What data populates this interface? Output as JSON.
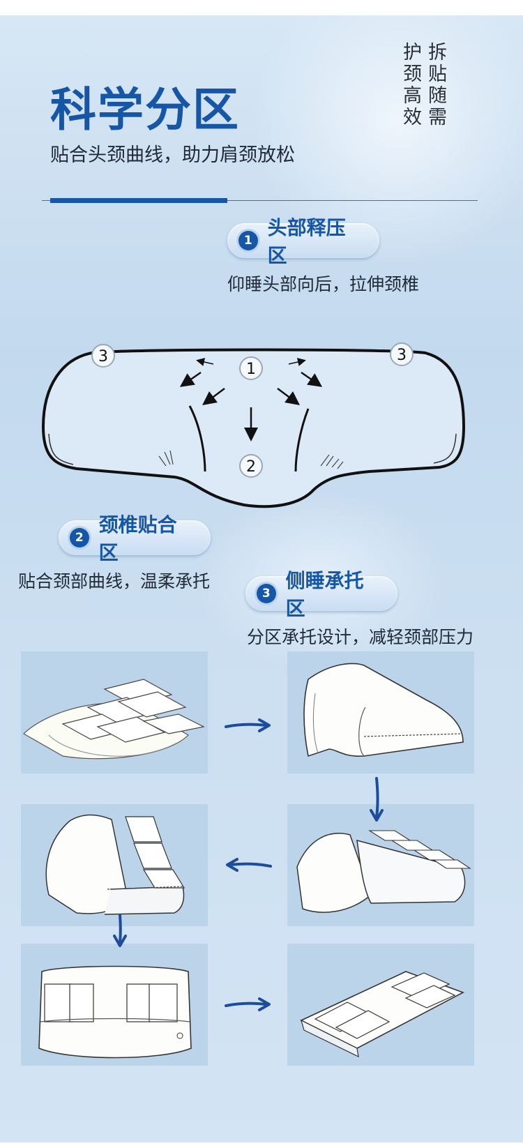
{
  "header": {
    "title": "科学分区",
    "subtitle": "贴合头颈曲线，助力肩颈放松",
    "vertical_col_1": [
      "护",
      "颈",
      "高",
      "效"
    ],
    "vertical_col_2": [
      "拆",
      "贴",
      "随",
      "需"
    ]
  },
  "zones": [
    {
      "number": "1",
      "label": "头部释压区",
      "desc": "仰睡头部向后，拉伸颈椎"
    },
    {
      "number": "2",
      "label": "颈椎贴合区",
      "desc": "贴合颈部曲线，温柔承托"
    },
    {
      "number": "3",
      "label": "侧睡承托区",
      "desc": "分区承托设计，减轻颈部压力"
    }
  ],
  "diagram": {
    "markers": {
      "top_center": "1",
      "bottom_center": "2",
      "left_side": "3",
      "right_side": "3"
    }
  },
  "steps": [
    {
      "icon": "pillow-inserts-removed-illustration"
    },
    {
      "icon": "pillow-cover-opened-illustration"
    },
    {
      "icon": "pillow-inserts-arranged-illustration"
    },
    {
      "icon": "pillow-inserts-partly-inserted-illustration"
    },
    {
      "icon": "pillow-inserts-front-view-illustration"
    },
    {
      "icon": "pillow-inserts-angled-view-illustration"
    }
  ],
  "colors": {
    "accent": "#1656a6",
    "panel": "#bcd4ea",
    "arrow": "#1d4c9c"
  }
}
